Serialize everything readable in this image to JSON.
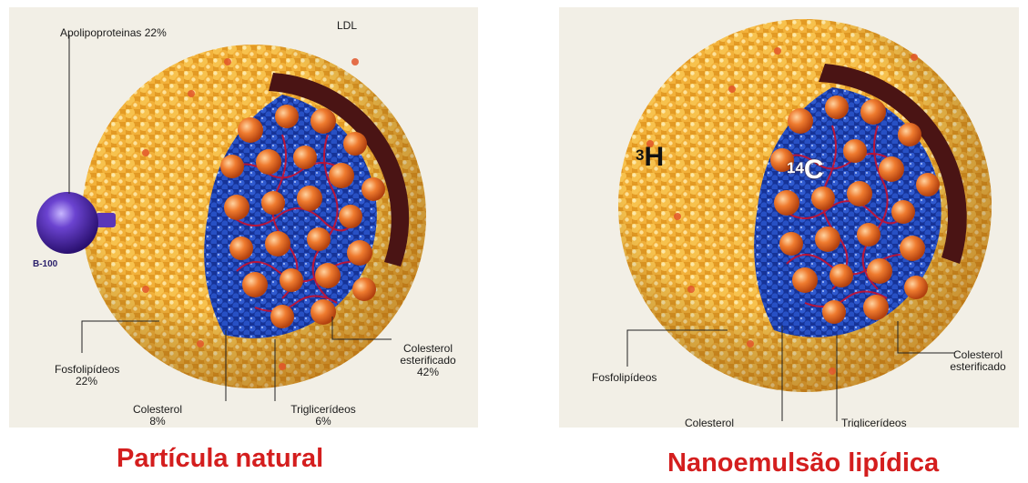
{
  "left": {
    "header": "LDL",
    "labels": {
      "apolipoproteinas": "Apolipoproteinas 22%",
      "b100": "B-100",
      "fosfolipideos": "Fosfolipídeos",
      "fosfolipideos_pct": "22%",
      "colesterol": "Colesterol",
      "colesterol_pct": "8%",
      "trigliceridos": "Triglicerídeos",
      "trigliceridos_pct": "6%",
      "colesterol_esterificado_1": "Colesterol",
      "colesterol_esterificado_2": "esterificado",
      "colesterol_esterificado_pct": "42%"
    },
    "caption": "Partícula natural"
  },
  "right": {
    "labels": {
      "h3_mass": "3",
      "h3_symbol": "H",
      "c14_mass": "14",
      "c14_symbol": "C",
      "fosfolipideos": "Fosfolipídeos",
      "colesterol": "Colesterol",
      "trigliceridos": "Triglicerídeos",
      "colesterol_esterificado_1": "Colesterol",
      "colesterol_esterificado_2": "esterificado"
    },
    "caption": "Nanoemulsão lipídica"
  },
  "colors": {
    "shell": "#f2b13a",
    "core": "#1f3ea8",
    "caption": "#d41e1e",
    "apoprotein": "#4a2a9c"
  }
}
